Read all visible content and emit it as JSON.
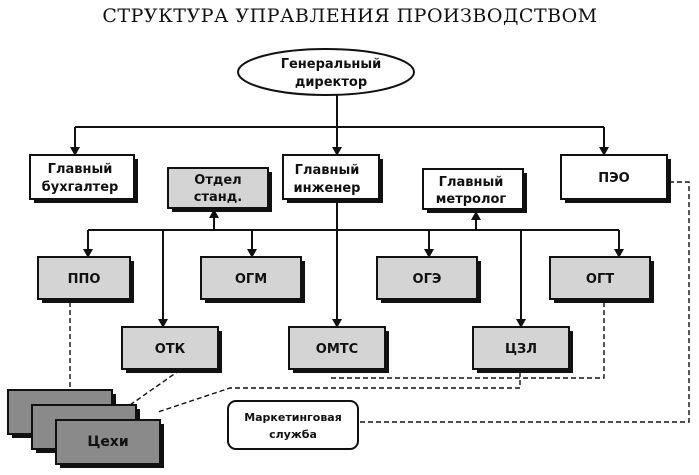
{
  "title": "СТРУКТУРА УПРАВЛЕНИЯ ПРОИЗВОДСТВОМ",
  "nodes": {
    "director": [
      "Генеральный",
      "директор"
    ],
    "accountant": [
      "Главный",
      "бухгалтер"
    ],
    "standards": [
      "Отдел",
      "станд."
    ],
    "engineer": [
      "Главный",
      "инженер"
    ],
    "metrologist": [
      "Главный",
      "метролог"
    ],
    "peo": "ПЭО",
    "ppo": "ППО",
    "ogm": "ОГМ",
    "oge": "ОГЭ",
    "ogt": "ОГТ",
    "otk": "ОТК",
    "omts": "ОМТС",
    "czl": "ЦЗЛ",
    "workshops": "Цехи",
    "marketing": [
      "Маркетинговая",
      "служба"
    ]
  }
}
